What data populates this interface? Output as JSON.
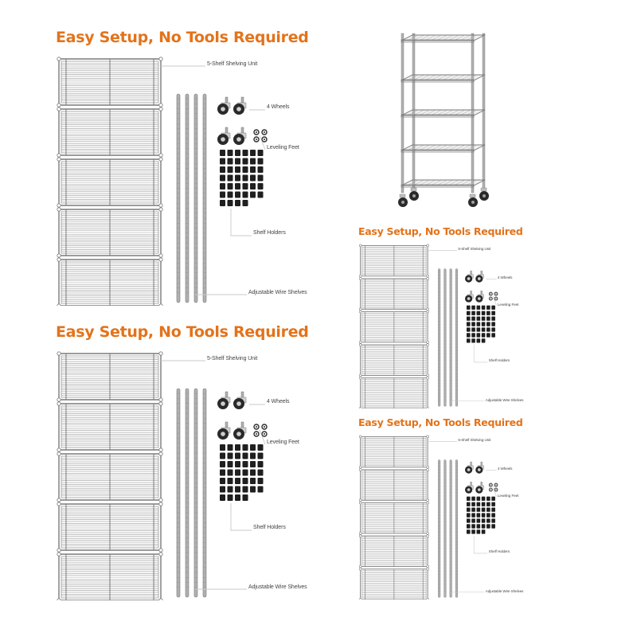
{
  "colors": {
    "title": "#e3731a",
    "wire": "#9a9a9a",
    "wire_dark": "#7a7a7a",
    "pole": "#b0b0b0",
    "holder": "#1f1f1f",
    "caster": "#2a2a2a",
    "leader": "#c8c8c8",
    "label": "#444444"
  },
  "panels": [
    {
      "title": "Easy Setup, No Tools Required",
      "labels": {
        "shelving_unit": "5-Shelf Shelving Unit",
        "wheels": "4 Wheels",
        "leveling_feet": "Leveling Feet",
        "shelf_holders": "Shelf Holders",
        "wire_shelves": "Adjustable Wire Shelves"
      }
    },
    {
      "title": "Easy Setup, No Tools Required",
      "labels": {
        "shelving_unit": "5-Shelf Shelving Unit",
        "wheels": "4 Wheels",
        "leveling_feet": "Leveling Feet",
        "shelf_holders": "Shelf Holders",
        "wire_shelves": "Adjustable Wire Shelves"
      }
    },
    {
      "title": "Easy Setup, No Tools Required",
      "labels": {
        "shelving_unit": "5-Shelf Shelving Unit",
        "wheels": "4 Wheels",
        "leveling_feet": "Leveling Feet",
        "shelf_holders": "Shelf Holders",
        "wire_shelves": "Adjustable Wire Shelves"
      }
    },
    {
      "title": "Easy Setup, No Tools Required",
      "labels": {
        "shelving_unit": "5-Shelf Shelving Unit",
        "wheels": "4 Wheels",
        "leveling_feet": "Leveling Feet",
        "shelf_holders": "Shelf Holders",
        "wire_shelves": "Adjustable Wire Shelves"
      }
    }
  ],
  "product": {
    "shelf_count": 5,
    "pole_count": 4,
    "wheel_count": 4,
    "leveling_feet_count": 4,
    "shelf_holder_count": 40
  }
}
